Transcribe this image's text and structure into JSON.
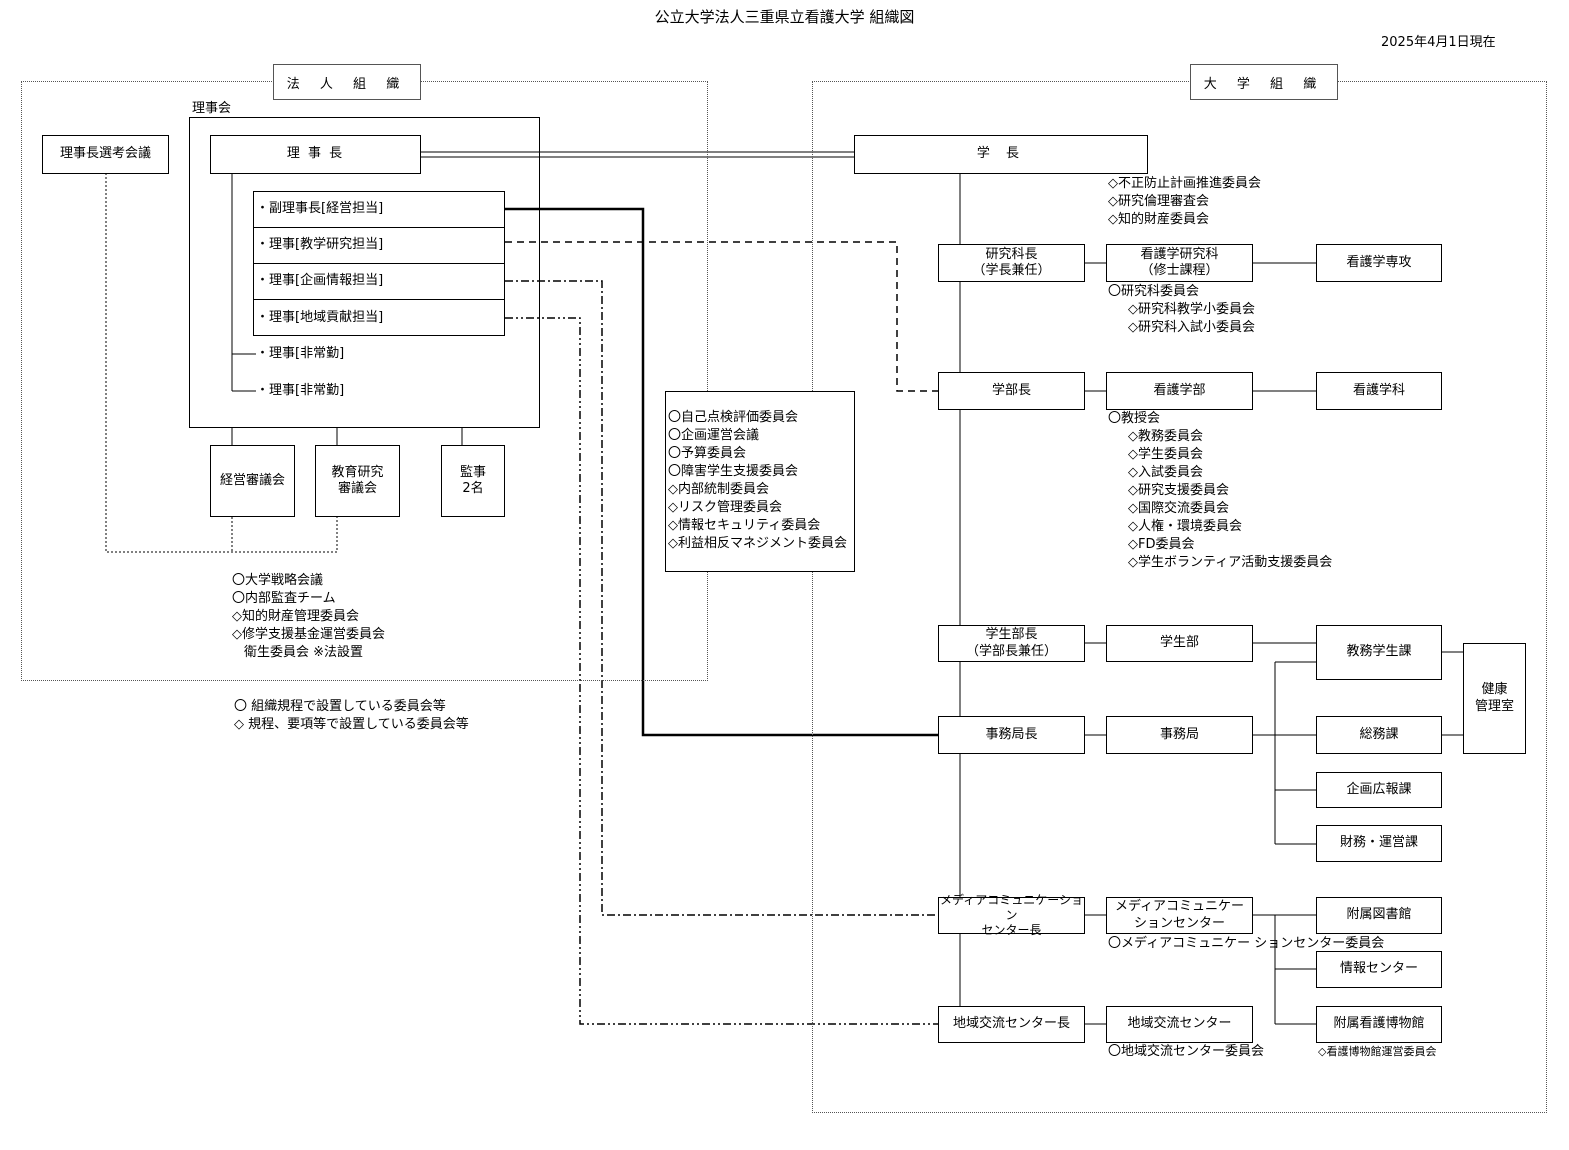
{
  "header": {
    "title": "公立大学法人三重県立看護大学 組織図",
    "date": "2025年4月1日現在"
  },
  "corp": {
    "label": "法 人 組 織",
    "board_label": "理事会",
    "selection": "理事長選考会議",
    "chair": "理 事 長",
    "members": [
      "・副理事長[経営担当]",
      "・理事[教学研究担当]",
      "・理事[企画情報担当]",
      "・理事[地域貢献担当]",
      "・理事[非常勤]",
      "・理事[非常勤]"
    ],
    "management_council": "経営審議会",
    "education_council": "教育研究\n審議会",
    "auditor": "監事\n2名",
    "committees": [
      "〇大学戦略会議",
      "〇内部監査チーム",
      "◇知的財産管理委員会",
      "◇修学支援基金運営委員会",
      "衛生委員会 ※法設置"
    ]
  },
  "legend": [
    "〇  組織規程で設置している委員会等",
    "◇  規程、要項等で設置している委員会等"
  ],
  "middle_committees": [
    "〇自己点検評価委員会",
    "〇企画運営会議",
    "〇予算委員会",
    "〇障害学生支援委員会",
    "◇内部統制委員会",
    "◇リスク管理委員会",
    "◇情報セキュリティ委員会",
    "◇利益相反マネジメント委員会"
  ],
  "univ": {
    "label": "大 学 組 織",
    "president": "学  長",
    "president_committees": [
      "◇不正防止計画推進委員会",
      "◇研究倫理審査会",
      "◇知的財産委員会"
    ],
    "grad_dean": "研究科長\n（学長兼任）",
    "grad_school": "看護学研究科\n（修士課程）",
    "grad_major": "看護学専攻",
    "grad_committees": [
      "〇研究科委員会",
      "◇研究科教学小委員会",
      "◇研究科入試小委員会"
    ],
    "faculty_dean": "学部長",
    "faculty": "看護学部",
    "department": "看護学科",
    "faculty_committees": [
      "〇教授会",
      "◇教務委員会",
      "◇学生委員会",
      "◇入試委員会",
      "◇研究支援委員会",
      "◇国際交流委員会",
      "◇人権・環境委員会",
      "◇FD委員会",
      "◇学生ボランティア活動支援委員会"
    ],
    "student_dean": "学生部長\n（学部長兼任）",
    "student_div": "学生部",
    "academic_affairs": "教務学生課",
    "health_center": "健康\n管理室",
    "office_head": "事務局長",
    "office": "事務局",
    "general_affairs": "総務課",
    "planning_pr": "企画広報課",
    "finance": "財務・運営課",
    "media_head": "メディアコミュニケーション\nセンター長",
    "media_center": "メディアコミュニケー\nションセンター",
    "media_committee": "〇メディアコミュニケー\nションセンター委員会",
    "library": "附属図書館",
    "info_center": "情報センター",
    "museum": "附属看護博物館",
    "museum_committee": "◇看護博物館運営委員会",
    "regional_head": "地域交流センター長",
    "regional_center": "地域交流センター",
    "regional_committee": "〇地域交流センター委員会"
  }
}
